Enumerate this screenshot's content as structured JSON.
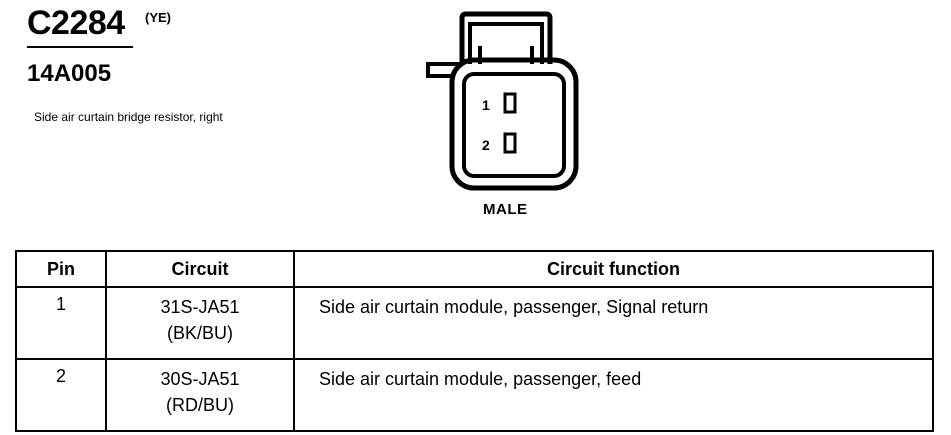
{
  "connector": {
    "id": "C2284",
    "color_code": "(YE)",
    "part_number": "14A005",
    "description": "Side air curtain bridge resistor, right",
    "gender": "MALE",
    "pin_labels": [
      "1",
      "2"
    ]
  },
  "table": {
    "headers": [
      "Pin",
      "Circuit",
      "Circuit function"
    ],
    "rows": [
      {
        "pin": "1",
        "circuit": "31S-JA51",
        "wire_color": "(BK/BU)",
        "function": "Side air curtain module, passenger, Signal return"
      },
      {
        "pin": "2",
        "circuit": "30S-JA51",
        "wire_color": "(RD/BU)",
        "function": "Side air curtain module, passenger, feed"
      }
    ]
  }
}
